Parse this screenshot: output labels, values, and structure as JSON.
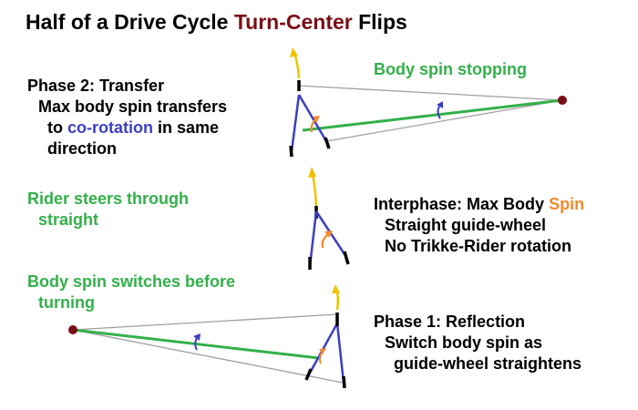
{
  "title": {
    "part1": "Half of a Drive Cycle",
    "highlight": "Turn-Center",
    "part2": "Flips"
  },
  "phase2": {
    "heading": "Phase 2: Transfer",
    "line1": "Max body spin transfers",
    "line2a": "to",
    "line2b": "co-rotation",
    "line2c": "in same",
    "line3": "direction"
  },
  "body_spin_stopping": "Body spin stopping",
  "rider_steers": {
    "line1": "Rider steers through",
    "line2": "straight"
  },
  "interphase": {
    "line1a": "Interphase: Max Body",
    "line1b": "Spin",
    "line2": "Straight guide-wheel",
    "line3": "No Trikke-Rider rotation"
  },
  "body_spin_switches": {
    "line1": "Body spin switches before",
    "line2": "turning"
  },
  "phase1": {
    "heading": "Phase 1: Reflection",
    "line1": "Switch body spin as",
    "line2": "guide-wheel straightens"
  },
  "colors": {
    "green": "#33b04a",
    "blue": "#3c3fc4",
    "orange": "#f28a2e",
    "maroon": "#7a0d16",
    "yellow": "#f2c200",
    "gray": "#a0a0a0"
  }
}
